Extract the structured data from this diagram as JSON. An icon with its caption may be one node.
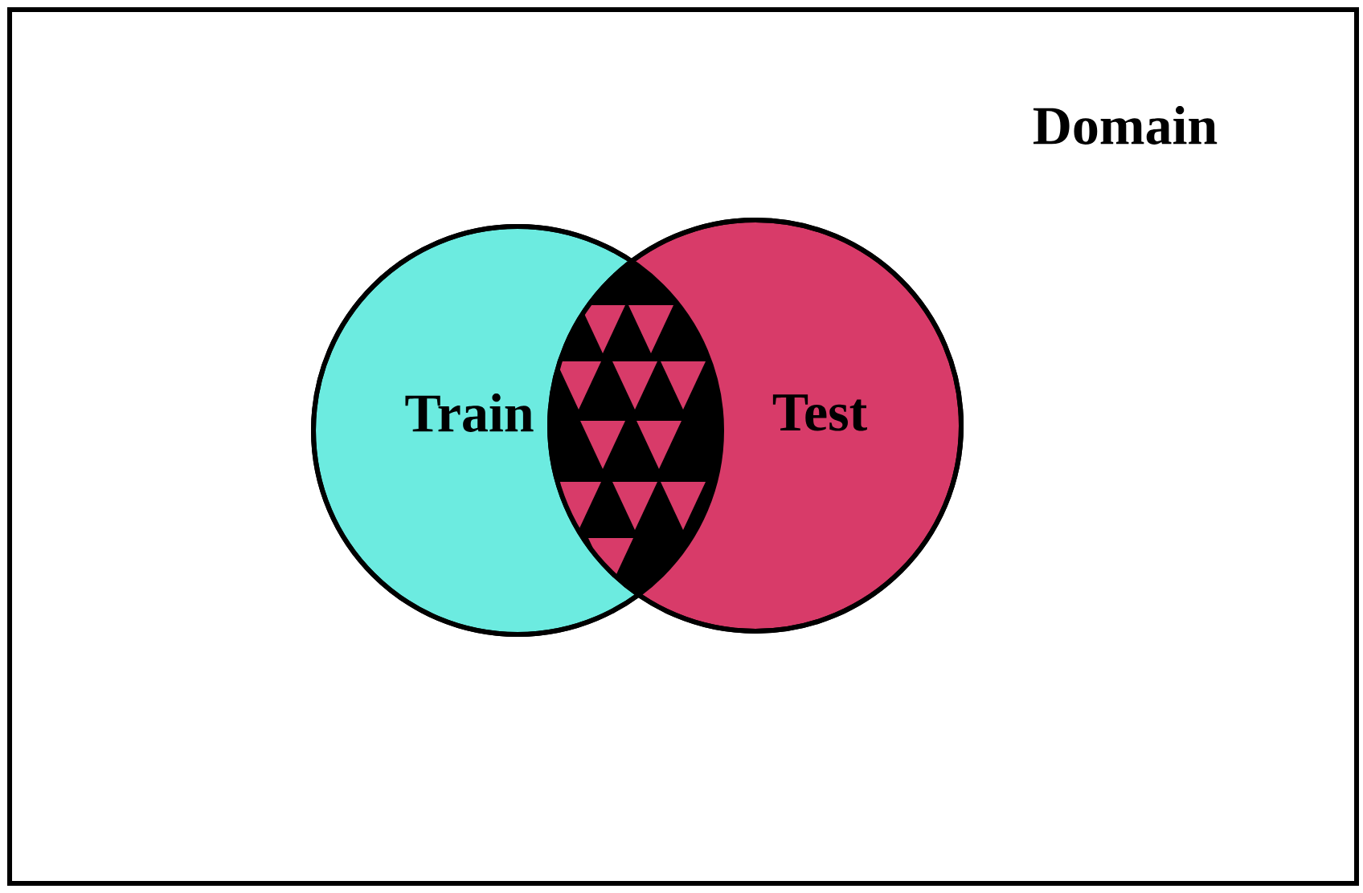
{
  "diagram": {
    "nodes": [
      {
        "text": [
          "Domain"
        ]
      },
      {
        "text": [
          "Train"
        ],
        "in": 0
      },
      {
        "text": [
          "Test"
        ],
        "in": 0
      }
    ]
  }
}
